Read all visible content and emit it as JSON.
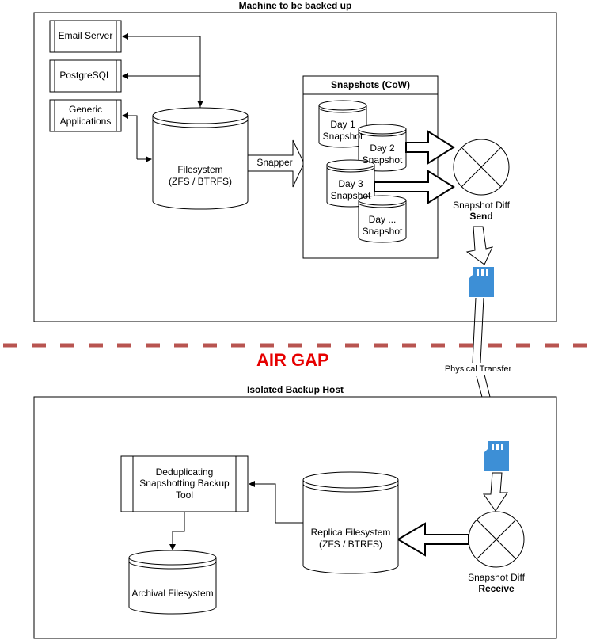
{
  "machine": {
    "title": "Machine to be backed up"
  },
  "apps": [
    {
      "label": "Email Server"
    },
    {
      "label": "PostgreSQL"
    },
    {
      "label": "Generic\nApplications"
    }
  ],
  "filesystem": {
    "line1": "Filesystem",
    "line2": "(ZFS / BTRFS)"
  },
  "snapper": {
    "label": "Snapper"
  },
  "snapshots": {
    "title": "Snapshots (CoW)",
    "items": [
      {
        "line1": "Day 1",
        "line2": "Snapshot"
      },
      {
        "line1": "Day 2",
        "line2": "Snapshot"
      },
      {
        "line1": "Day 3",
        "line2": "Snapshot"
      },
      {
        "line1": "Day ...",
        "line2": "Snapshot"
      }
    ]
  },
  "send": {
    "line1": "Snapshot Diff",
    "line2": "Send"
  },
  "air_gap": {
    "label": "AIR GAP",
    "color": "#b85450"
  },
  "transfer": {
    "label": "Physical Transfer"
  },
  "backup_host": {
    "title": "Isolated Backup Host"
  },
  "receive": {
    "line1": "Snapshot Diff",
    "line2": "Receive"
  },
  "replica": {
    "line1": "Replica Filesystem",
    "line2": "(ZFS / BTRFS)"
  },
  "dedup": {
    "line1": "Deduplicating",
    "line2": "Snapshotting Backup",
    "line3": "Tool"
  },
  "archival": {
    "label": "Archival Filesystem"
  },
  "colors": {
    "sd_card": "#3d8fd6",
    "air_gap_text": "#e60000"
  }
}
